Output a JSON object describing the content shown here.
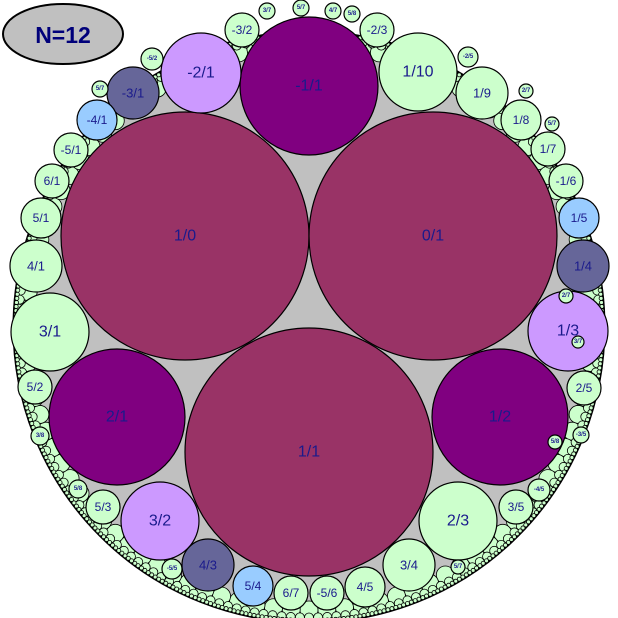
{
  "badge": {
    "label": "N=12"
  },
  "colors": {
    "background": "#c0c0c0",
    "maroon": "#993366",
    "purple": "#800080",
    "lavender": "#cc99ff",
    "slate": "#666699",
    "skyblue": "#99ccff",
    "mint": "#ccffcc",
    "label": "#1a1a8c"
  },
  "circles": [
    {
      "label": "1/0",
      "color": "maroon"
    },
    {
      "label": "0/1",
      "color": "maroon"
    },
    {
      "label": "1/1",
      "color": "maroon"
    },
    {
      "label": "-1/1",
      "color": "purple"
    },
    {
      "label": "2/1",
      "color": "purple"
    },
    {
      "label": "1/2",
      "color": "purple"
    },
    {
      "label": "-2/1",
      "color": "lavender"
    },
    {
      "label": "1/3",
      "color": "lavender"
    },
    {
      "label": "3/2",
      "color": "lavender"
    },
    {
      "label": "1/10",
      "color": "mint"
    },
    {
      "label": "3/1",
      "color": "mint"
    },
    {
      "label": "2/3",
      "color": "mint"
    },
    {
      "label": "-3/1",
      "color": "slate"
    },
    {
      "label": "1/4",
      "color": "slate"
    },
    {
      "label": "4/3",
      "color": "slate"
    },
    {
      "label": "-4/1",
      "color": "skyblue"
    },
    {
      "label": "1/5",
      "color": "skyblue"
    },
    {
      "label": "5/4",
      "color": "skyblue"
    },
    {
      "label": "1/9",
      "color": "mint"
    },
    {
      "label": "3/4",
      "color": "mint"
    },
    {
      "label": "4/1",
      "color": "mint"
    },
    {
      "label": "1/8",
      "color": "mint"
    },
    {
      "label": "4/5",
      "color": "mint"
    },
    {
      "label": "5/1",
      "color": "mint"
    },
    {
      "label": "1/7",
      "color": "mint"
    },
    {
      "label": "5/3",
      "color": "mint"
    },
    {
      "label": "3/5",
      "color": "mint"
    },
    {
      "label": "-5/1",
      "color": "mint"
    },
    {
      "label": "6/1",
      "color": "mint"
    },
    {
      "label": "-1/6",
      "color": "mint"
    },
    {
      "label": "6/7",
      "color": "mint"
    },
    {
      "label": "-5/6",
      "color": "mint"
    },
    {
      "label": "5/2",
      "color": "mint"
    },
    {
      "label": "2/5",
      "color": "mint"
    },
    {
      "label": "-3/2",
      "color": "mint"
    },
    {
      "label": "-2/3",
      "color": "mint"
    },
    {
      "label": "-5/2",
      "color": "mint"
    },
    {
      "label": "-2/5",
      "color": "mint"
    },
    {
      "label": "-4/5",
      "color": "mint"
    },
    {
      "label": "-5/5",
      "color": "mint"
    },
    {
      "label": "5/7",
      "color": "mint"
    },
    {
      "label": "4/7",
      "color": "mint"
    },
    {
      "label": "5/8",
      "color": "mint"
    },
    {
      "label": "3/7",
      "color": "mint"
    },
    {
      "label": "5/8",
      "color": "mint"
    },
    {
      "label": "2/7",
      "color": "mint"
    },
    {
      "label": "3/8",
      "color": "mint"
    },
    {
      "label": "5/7",
      "color": "mint"
    },
    {
      "label": "2/7",
      "color": "mint"
    },
    {
      "label": "3/7",
      "color": "mint"
    },
    {
      "label": "5/8",
      "color": "mint"
    },
    {
      "label": "5/7",
      "color": "mint"
    },
    {
      "label": "-3/5",
      "color": "mint"
    },
    {
      "label": "5/7",
      "color": "mint"
    }
  ]
}
